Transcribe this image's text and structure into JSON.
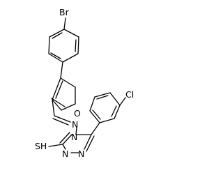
{
  "molecule": {
    "atoms": {
      "bromine": "Br",
      "furan_oxygen": "O",
      "imine_nitrogen": "N",
      "triazole_n4": "N",
      "triazole_n1": "N",
      "triazole_n2": "N",
      "thiol": "SH",
      "chlorine": "Cl"
    }
  }
}
